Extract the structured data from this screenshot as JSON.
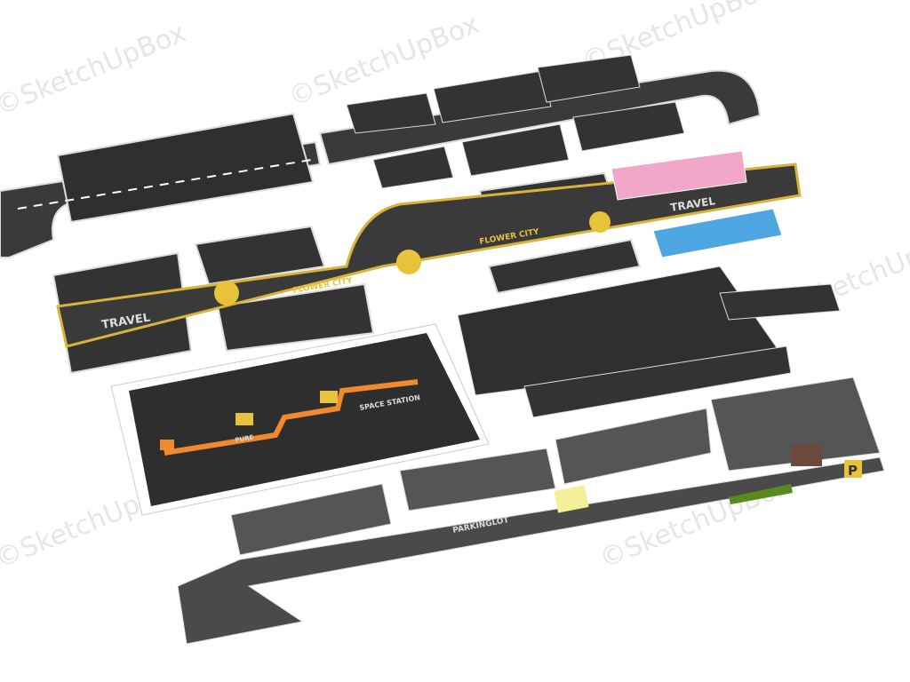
{
  "watermark": "©SketchUpBox",
  "labels": {
    "travel": "TRAVEL",
    "flower_city": "FLOWER CITY",
    "space_station": "SPACE STATION",
    "pure": "PURE",
    "parking_lot": "PARKINGLOT",
    "p_sign": "P"
  },
  "colors": {
    "asphalt": "#3a3a3a",
    "lot_dark": "#2e2e2e",
    "lot_grey": "#555555",
    "accent_yellow": "#e8c23a",
    "accent_orange": "#f08a2c",
    "pink_stalls": "#f2a6c8",
    "blue_stalls": "#4ea6e0",
    "sign_green": "#5a8a1e"
  }
}
